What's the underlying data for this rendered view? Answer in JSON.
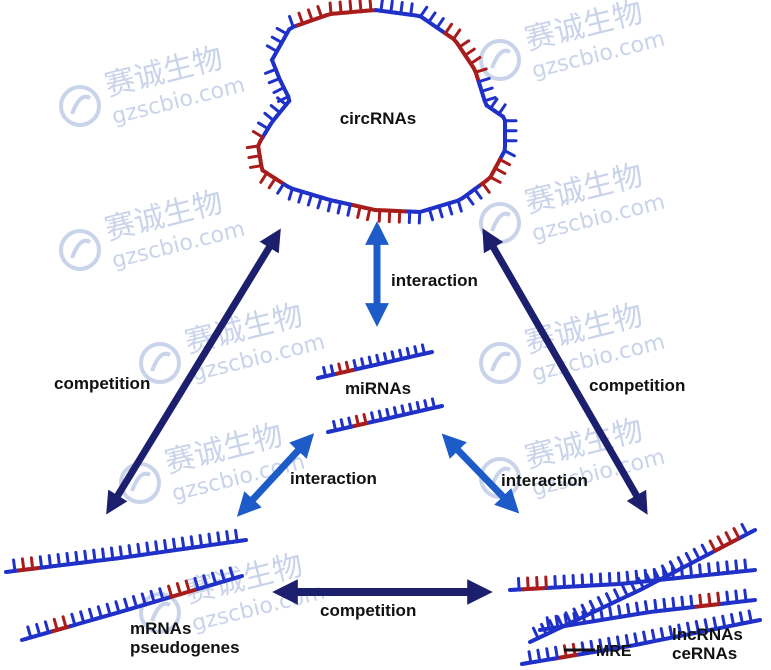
{
  "labels": {
    "circrnas": "circRNAs",
    "mirnas": "miRNAs",
    "mrnas_line1": "mRNAs",
    "mrnas_line2": "pseudogenes",
    "lncrnas_line1": "lncRNAs",
    "lncrnas_line2": "ceRNAs",
    "mre": "MRE",
    "interaction_top": "interaction",
    "interaction_left": "interaction",
    "interaction_right": "interaction",
    "competition_left": "competition",
    "competition_right": "competition",
    "competition_bottom": "competition"
  },
  "watermark": {
    "text_cn": "赛诚生物",
    "text_url": "gzscbio.com"
  },
  "colors": {
    "strand_blue": "#1f31c8",
    "seed_red": "#a81c1c",
    "arrow_dark": "#1b1f6e",
    "arrow_light": "#1d5bc8",
    "watermark": "#c9d3ea"
  }
}
